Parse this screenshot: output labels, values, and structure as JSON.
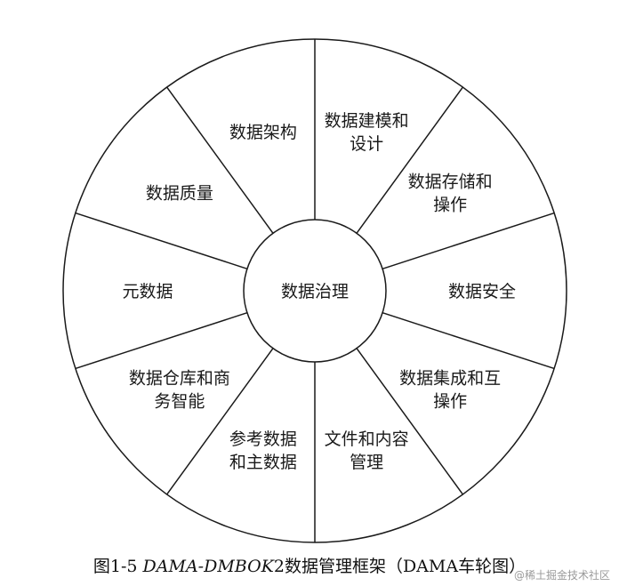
{
  "diagram": {
    "hub_label": "数据治理",
    "segments": [
      {
        "lines": [
          "数据架构"
        ]
      },
      {
        "lines": [
          "数据建模和",
          "设计"
        ]
      },
      {
        "lines": [
          "数据存储和",
          "操作"
        ]
      },
      {
        "lines": [
          "数据安全"
        ]
      },
      {
        "lines": [
          "数据集成和互",
          "操作"
        ]
      },
      {
        "lines": [
          "文件和内容",
          "管理"
        ]
      },
      {
        "lines": [
          "参考数据",
          "和主数据"
        ]
      },
      {
        "lines": [
          "数据仓库和商",
          "务智能"
        ]
      },
      {
        "lines": [
          "元数据"
        ]
      },
      {
        "lines": [
          "数据质量"
        ]
      }
    ]
  },
  "caption": {
    "prefix": "图1-5 ",
    "italic": "DAMA-DMBOK",
    "suffix": "2数据管理框架（DAMA车轮图）"
  },
  "watermark": "@稀土掘金技术社区",
  "colors": {
    "stroke": "#1a1a1a",
    "background": "#ffffff"
  }
}
